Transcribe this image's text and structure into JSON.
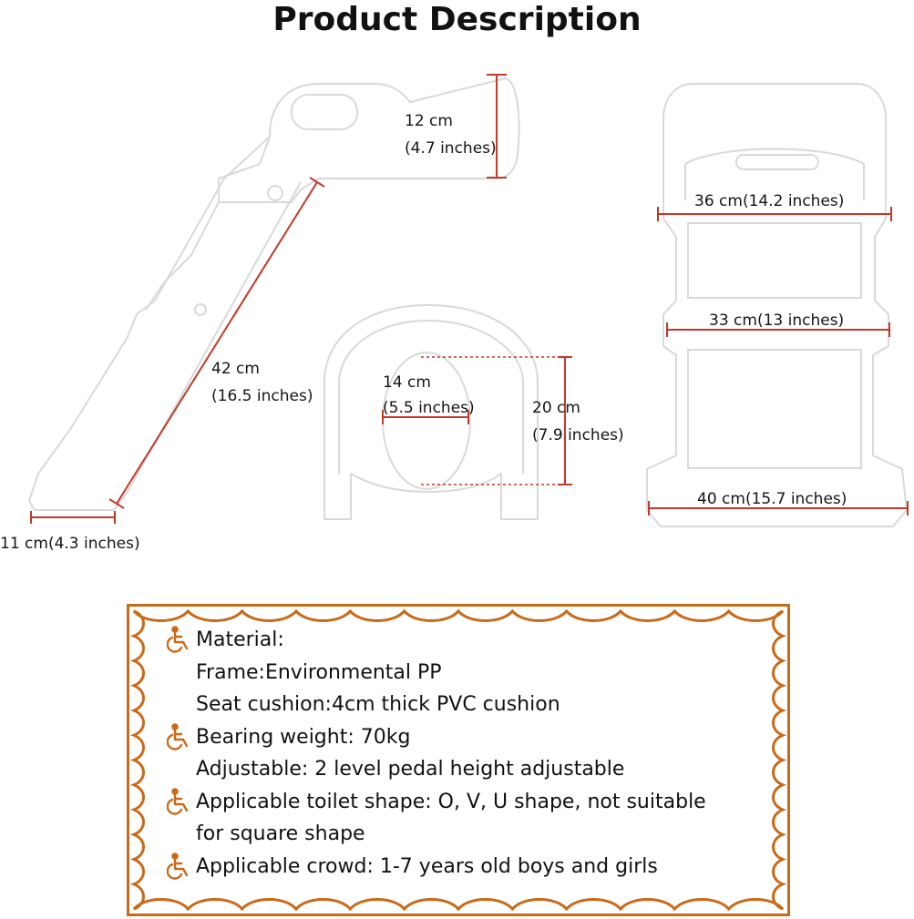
{
  "title": "Product Description",
  "dimensions": {
    "top_height": "12 cm",
    "top_height_in": "(4.7 inches)",
    "ramp_length": "42 cm",
    "ramp_length_in": "(16.5 inches)",
    "foot_width": "11 cm(4.3 inches)",
    "seat_hole_width": "14 cm",
    "seat_hole_width_in": "(5.5 inches)",
    "seat_hole_length": "20 cm",
    "seat_hole_length_in": "(7.9 inches)",
    "top_width": "36 cm(14.2 inches)",
    "middle_width": "33 cm(13 inches)",
    "base_width": "40 cm(15.7 inches)"
  },
  "specs": {
    "icon": "wheelchair-icon",
    "border_color": "#c96a1a",
    "material_heading": "Material:",
    "frame": "Frame:Environmental PP",
    "seat_cushion": "Seat cushion:4cm thick PVC cushion",
    "bearing_weight": "Bearing weight: 70kg",
    "adjustable": "Adjustable: 2 level pedal height adjustable",
    "toilet_shape_1": "Applicable toilet shape: O, V, U shape, not suitable",
    "toilet_shape_2": "for square shape",
    "crowd": "Applicable crowd: 1-7 years old boys and girls"
  }
}
